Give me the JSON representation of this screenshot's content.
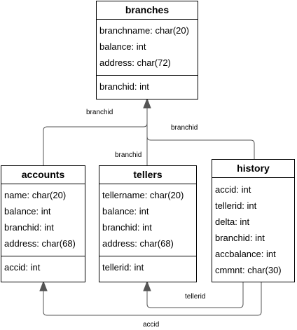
{
  "entities": {
    "branches": {
      "name": "branches",
      "fields": [
        "branchname: char(20)",
        "balance: int",
        "address: char(72)"
      ],
      "key": "branchid: int"
    },
    "accounts": {
      "name": "accounts",
      "fields": [
        "name: char(20)",
        "balance: int",
        "branchid: int",
        "address: char(68)"
      ],
      "key": "accid: int"
    },
    "tellers": {
      "name": "tellers",
      "fields": [
        "tellername: char(20)",
        "balance: int",
        "branchid: int",
        "address: char(68)"
      ],
      "key": "tellerid: int"
    },
    "history": {
      "name": "history",
      "fields": [
        "accid: int",
        "tellerid: int",
        "delta: int",
        "branchid: int",
        "accbalance: int",
        "cmmnt: char(30)"
      ]
    }
  },
  "relationships": {
    "accounts_branches": "branchid",
    "tellers_branches": "branchid",
    "history_branches": "branchid",
    "history_tellers": "tellerid",
    "history_accounts": "accid"
  }
}
